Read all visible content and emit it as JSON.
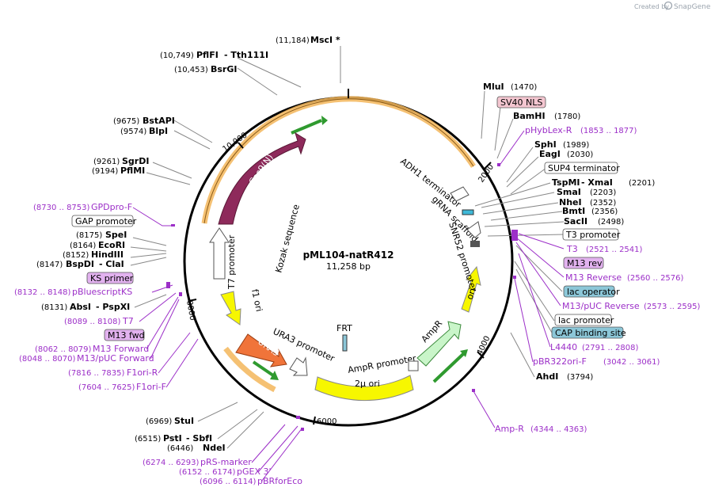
{
  "brand": {
    "created_by": "Created by",
    "name": "SnapGene"
  },
  "plasmid": {
    "name": "pML104-natR412",
    "size": "11,258 bp"
  },
  "ticks": [
    "2000",
    "4000",
    "6000",
    "8000",
    "10,000"
  ],
  "enzymes": [
    {
      "pos": "(11,184)",
      "name": "MscI *"
    },
    {
      "pos": "(10,749)",
      "name": "PflFI",
      "name2": "Tth111I"
    },
    {
      "pos": "(10,453)",
      "name": "BsrGI"
    },
    {
      "pos": "(9675)",
      "name": "BstAPI"
    },
    {
      "pos": "(9574)",
      "name": "BlpI"
    },
    {
      "pos": "(9261)",
      "name": "SgrDI"
    },
    {
      "pos": "(9194)",
      "name": "PflMI"
    },
    {
      "pos": "(8175)",
      "name": "SpeI"
    },
    {
      "pos": "(8164)",
      "name": "EcoRI"
    },
    {
      "pos": "(8152)",
      "name": "HindIII"
    },
    {
      "pos": "(8147)",
      "name": "BspDI",
      "name2": "ClaI"
    },
    {
      "pos": "(8131)",
      "name": "AbsI",
      "name2": "PspXI"
    },
    {
      "pos": "(6969)",
      "name": "StuI"
    },
    {
      "pos": "(6515)",
      "name": "PstI",
      "name2": "SbfI"
    },
    {
      "pos": "(6446)",
      "name": "NdeI"
    },
    {
      "name": "MluI",
      "pos": "(1470)"
    },
    {
      "name": "BamHI",
      "pos": "(1780)"
    },
    {
      "name": "SphI",
      "pos": "(1989)"
    },
    {
      "name": "EagI",
      "pos": "(2030)"
    },
    {
      "name": "TspMI",
      "name2": "XmaI",
      "pos": "(2201)"
    },
    {
      "name": "SmaI",
      "pos": "(2203)"
    },
    {
      "name": "NheI",
      "pos": "(2352)"
    },
    {
      "name": "BmtI",
      "pos": "(2356)"
    },
    {
      "name": "SacII",
      "pos": "(2498)"
    },
    {
      "name": "AhdI",
      "pos": "(3794)"
    }
  ],
  "primers_left": [
    {
      "range": "(8730 .. 8753)",
      "name": "GPDpro-F"
    },
    {
      "range": "(8132 .. 8148)",
      "name": "pBluescriptKS"
    },
    {
      "range": "(8089 .. 8108)",
      "name": "T7"
    },
    {
      "range": "(8062 .. 8079)",
      "name": "M13 Forward"
    },
    {
      "range": "(8048 .. 8070)",
      "name": "M13/pUC Forward"
    },
    {
      "range": "(7816 .. 7835)",
      "name": "F1ori-R"
    },
    {
      "range": "(7604 .. 7625)",
      "name": "F1ori-F"
    },
    {
      "range": "(6274 .. 6293)",
      "name": "pRS-marker"
    },
    {
      "range": "(6152 .. 6174)",
      "name": "pGEX 3'"
    },
    {
      "range": "(6096 .. 6114)",
      "name": "pBRforEco"
    }
  ],
  "primers_right": [
    {
      "name": "pHybLex-R",
      "range": "(1853 .. 1877)"
    },
    {
      "name": "T3",
      "range": "(2521 .. 2541)"
    },
    {
      "name": "M13 Reverse",
      "range": "(2560 .. 2576)"
    },
    {
      "name": "M13/pUC Reverse",
      "range": "(2573 .. 2595)"
    },
    {
      "name": "L4440",
      "range": "(2791 .. 2808)"
    },
    {
      "name": "pBR322ori-F",
      "range": "(3042 .. 3061)"
    },
    {
      "name": "Amp-R",
      "range": "(4344 .. 4363)"
    }
  ],
  "boxed_labels": {
    "sv40_nls": "SV40 NLS",
    "sup4": "SUP4 terminator",
    "t3_promoter": "T3 promoter",
    "m13_rev": "M13 rev",
    "lac_operator": "lac operator",
    "lac_promoter": "lac promoter",
    "cap_site": "CAP binding site",
    "gap_promoter": "GAP promoter",
    "ks_primer": "KS primer",
    "m13_fwd": "M13 fwd"
  },
  "inner_features": {
    "cas9": "Cas9(N)",
    "kozak": "Kozak sequence",
    "t7_promoter": "T7 promoter",
    "f1_ori": "f1 ori",
    "ura3_promoter": "URA3 promoter",
    "ura3": "URA3",
    "frt": "FRT",
    "amp_promoter": "AmpR promoter",
    "two_micron": "2μ ori",
    "ampr": "AmpR",
    "ori": "ori",
    "adh1": "ADH1 terminator",
    "grna": "gRNA scaffold",
    "snr52": "SNR52 promoter"
  },
  "colors": {
    "primer": "#9c2fc8",
    "cas9": "#8e2a5b",
    "ura3": "#f0743a",
    "yellow": "#f7f700",
    "ampr": "#c9f5c9",
    "orange_band": "#f3b65a",
    "sv40_fill": "#f4c6d0",
    "blue_fill": "#8cc7d8",
    "violet_fill": "#e2b2ef"
  }
}
